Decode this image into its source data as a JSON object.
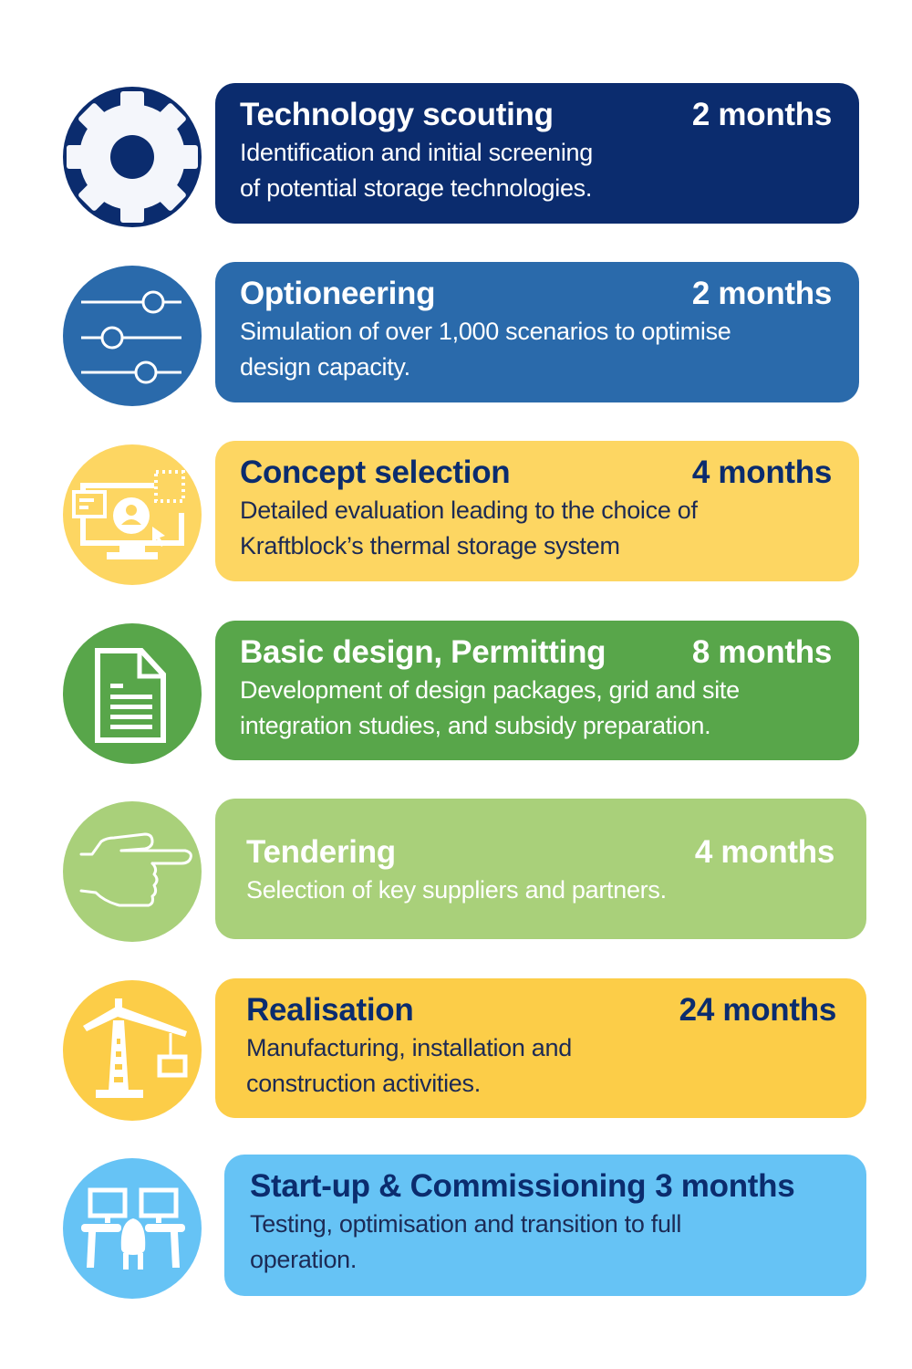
{
  "phases": [
    {
      "title": "Technology scouting",
      "duration": "2 months",
      "description_line1": "Identification and initial screening",
      "description_line2": "of potential storage technologies.",
      "icon": "gear-icon",
      "color": "#0b2c6e",
      "text_color": "#ffffff"
    },
    {
      "title": "Optioneering",
      "duration": "2 months",
      "description_line1": "Simulation of over 1,000 scenarios to optimise",
      "description_line2": "design capacity.",
      "icon": "sliders-icon",
      "color": "#2a6aab",
      "text_color": "#ffffff"
    },
    {
      "title": "Concept selection",
      "duration": "4 months",
      "description_line1": "Detailed evaluation leading to the choice of",
      "description_line2": "Kraftblock’s thermal storage system",
      "icon": "monitor-user-selection-icon",
      "color": "#fdd662",
      "text_color": "#0b2c6e"
    },
    {
      "title": "Basic design, Permitting",
      "duration": "8 months",
      "description_line1": "Development of design packages, grid and site",
      "description_line2": "integration studies, and subsidy preparation.",
      "icon": "document-icon",
      "color": "#58a64a",
      "text_color": "#ffffff"
    },
    {
      "title": "Tendering",
      "duration": "4 months",
      "description_line1": "Selection of key suppliers and partners.",
      "description_line2": "",
      "icon": "pointing-hand-icon",
      "color": "#a9d07a",
      "text_color": "#ffffff"
    },
    {
      "title": "Realisation",
      "duration": "24 months",
      "description_line1": "Manufacturing, installation and",
      "description_line2": "construction activities.",
      "icon": "crane-icon",
      "color": "#fccd48",
      "text_color": "#0b2c6e"
    },
    {
      "title": "Start-up & Commissioning",
      "duration": "3 months",
      "description_line1": "Testing, optimisation and transition to full",
      "description_line2": "operation.",
      "icon": "control-room-workstation-icon",
      "color": "#66c3f5",
      "text_color": "#0b2c6e"
    }
  ]
}
